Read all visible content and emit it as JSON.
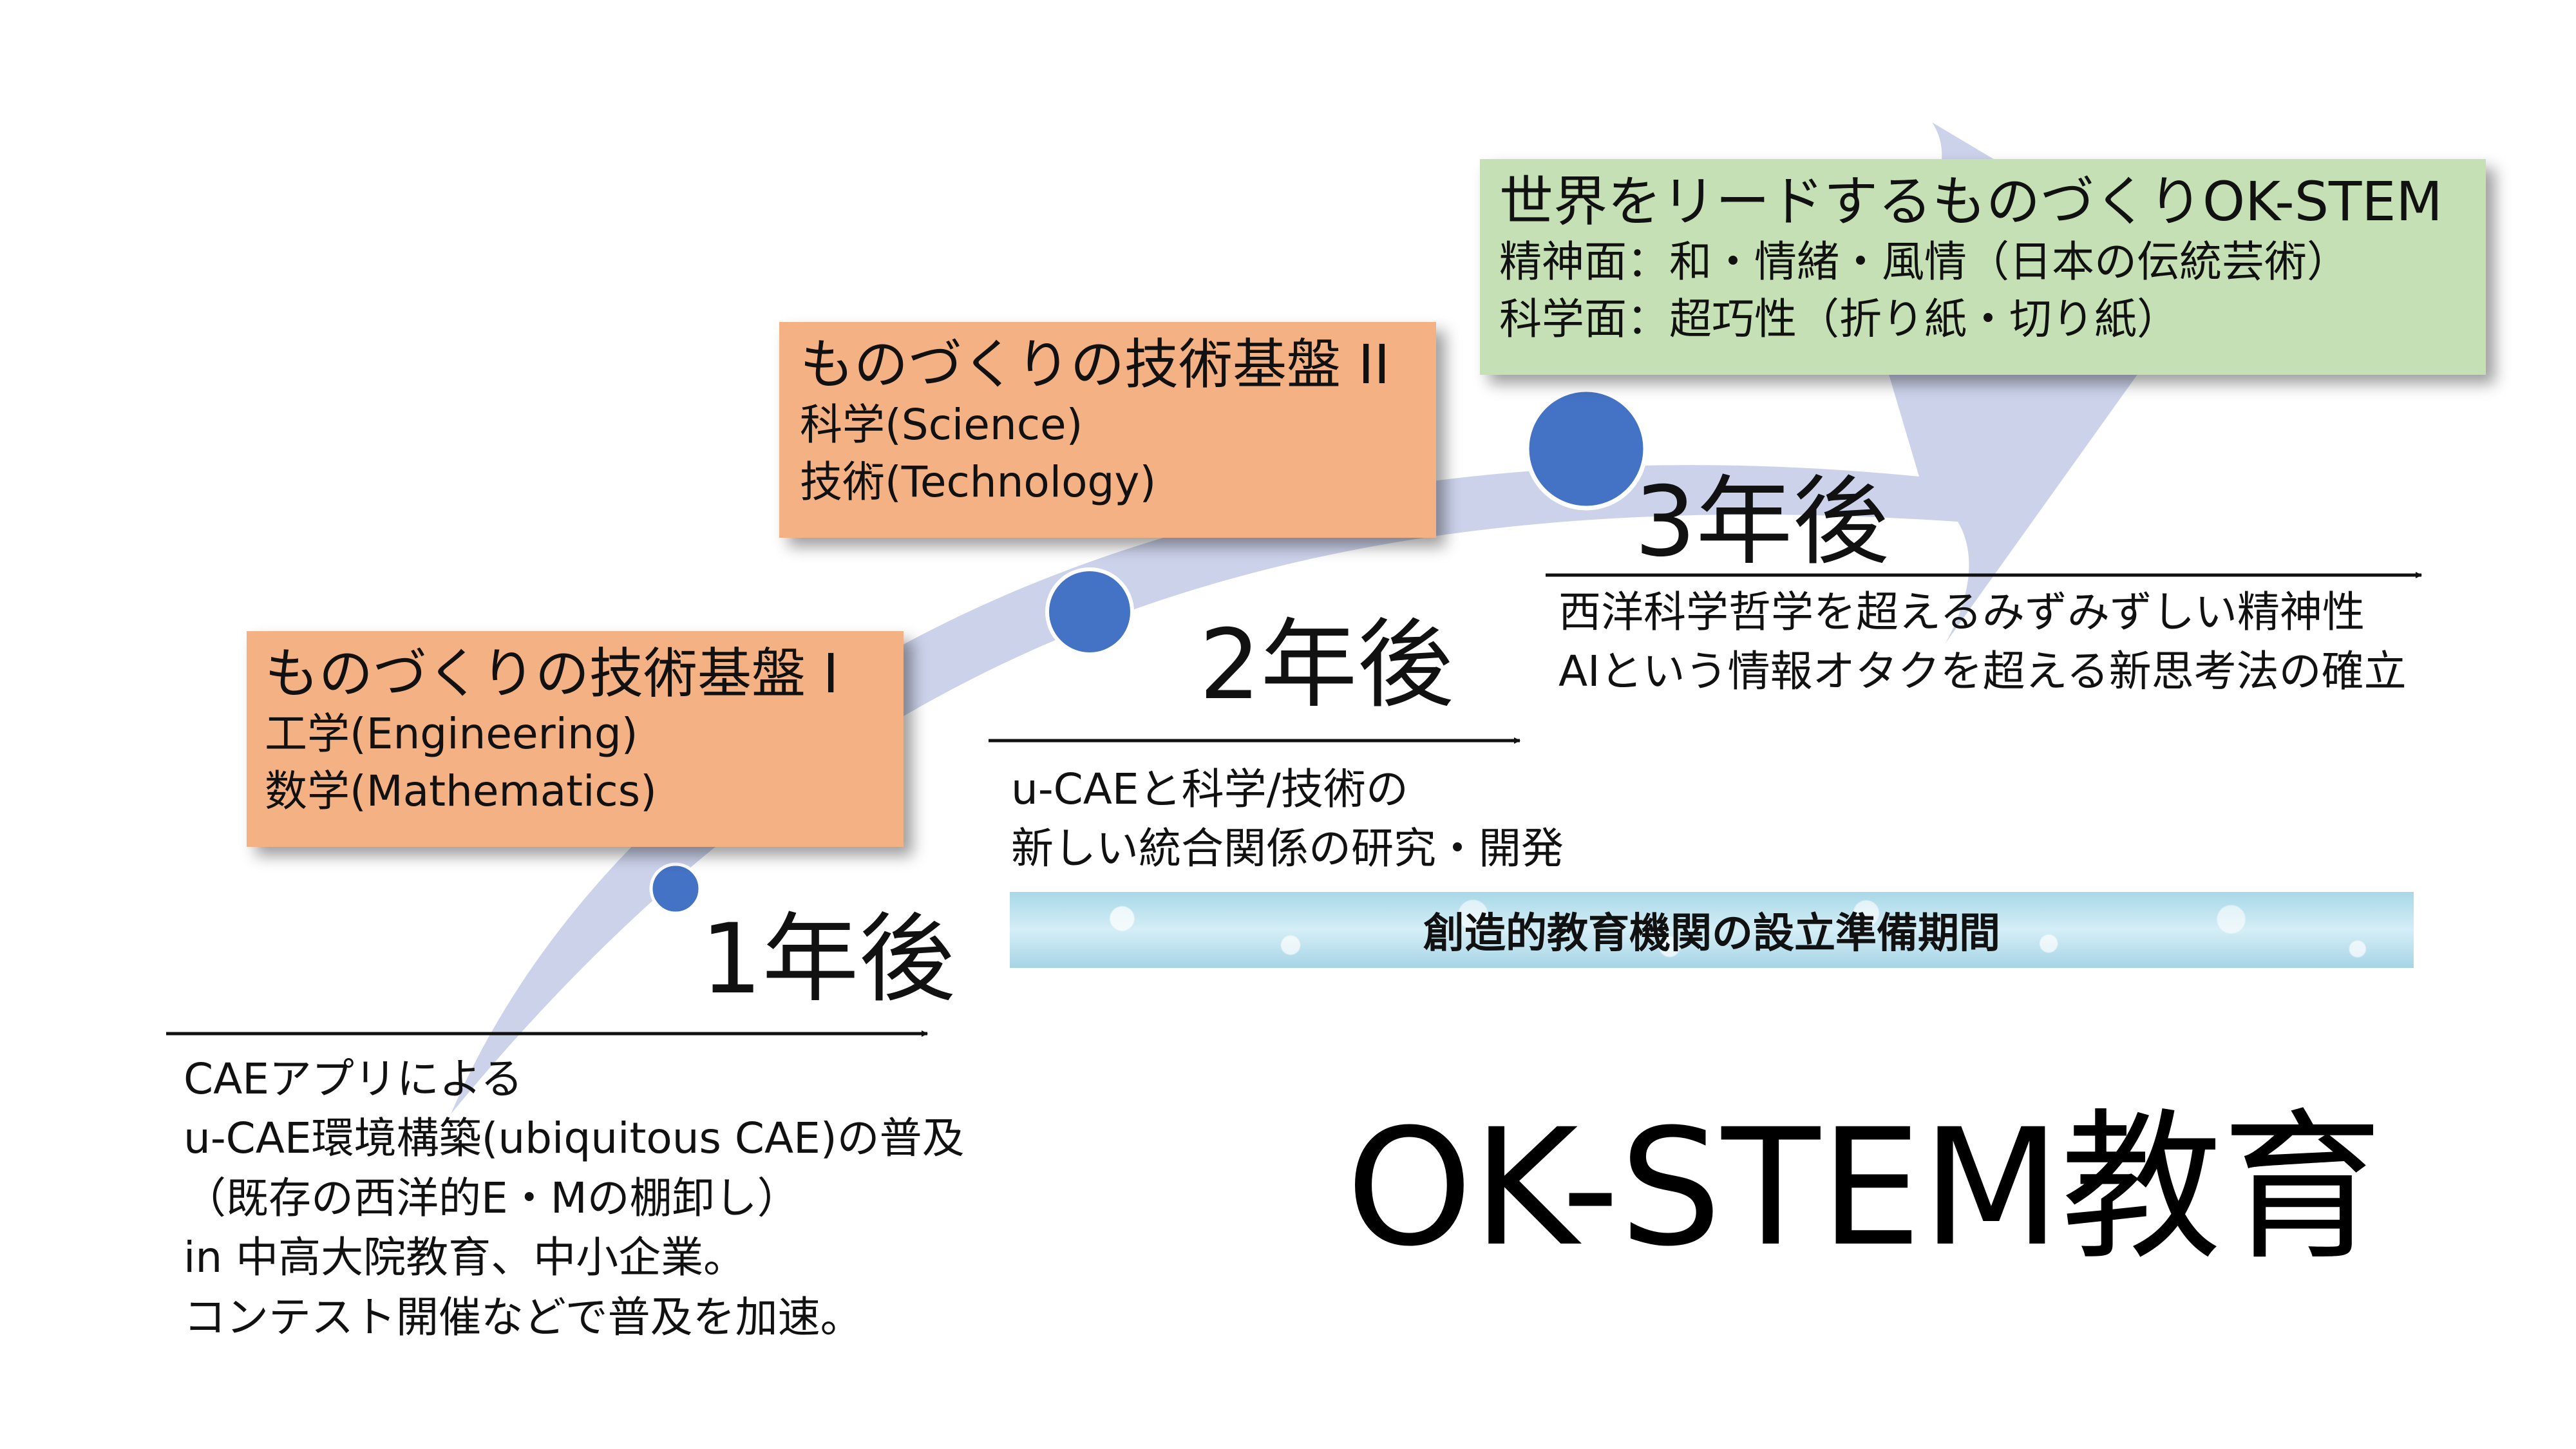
{
  "stage1": {
    "title": "ものづくりの技術基盤 I",
    "lines": [
      "工学(Engineering)",
      "数学(Mathematics)"
    ]
  },
  "stage2": {
    "title": "ものづくりの技術基盤 II",
    "lines": [
      "科学(Science)",
      "技術(Technology)"
    ]
  },
  "stage3": {
    "title": "世界をリードするものづくりOK-STEM",
    "lines": [
      "精神面：和・情緒・風情（日本の伝統芸術）",
      "科学面：超巧性（折り紙・切り紙）"
    ]
  },
  "years": {
    "year1": "1年後",
    "year2": "2年後",
    "year3": "3年後"
  },
  "notes": {
    "year1": [
      "CAEアプリによる",
      "u-CAE環境構築(ubiquitous CAE)の普及",
      "（既存の西洋的E・Mの棚卸し）",
      "in 中高大院教育、中小企業。",
      "コンテスト開催などで普及を加速。"
    ],
    "year2": [
      "u-CAEと科学/技術の",
      "新しい統合関係の研究・開発"
    ],
    "year3": [
      "西洋科学哲学を超えるみずみずしい精神性",
      "AIという情報オタクを超える新思考法の確立"
    ]
  },
  "band": {
    "label": "創造的教育機関の設立準備期間"
  },
  "main_title": "OK-STEM教育",
  "colors": {
    "arrow": "#ccd2ea",
    "stage_box": "#f4b183",
    "final_box": "#c5e0b4",
    "dot": "#4472c4",
    "dot_outline": "#ffffff"
  }
}
